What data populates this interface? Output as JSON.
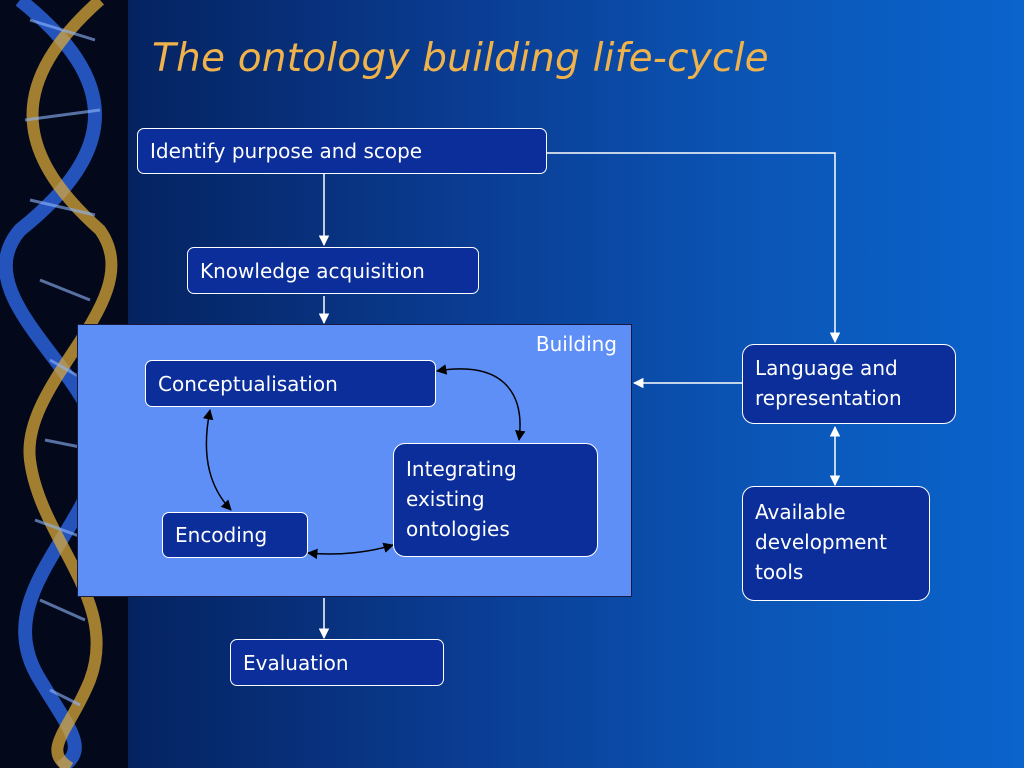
{
  "slide": {
    "title": "The ontology building life-cycle"
  },
  "diagram": {
    "boxes": {
      "identify": "Identify purpose and scope",
      "knowledge": "Knowledge acquisition",
      "conceptualisation": "Conceptualisation",
      "encoding": "Encoding",
      "integrating": [
        "Integrating",
        "existing",
        "ontologies"
      ],
      "evaluation": "Evaluation",
      "language": [
        "Language and",
        "representation"
      ],
      "tools": [
        "Available",
        "development",
        "tools"
      ]
    },
    "group_label": "Building"
  },
  "colors": {
    "background": "#0a4aa8",
    "title": "#f0b24a",
    "box_fill": "#0b2e9a",
    "building_fill": "#5e8ff7",
    "connector": "#ffffff",
    "inner_connector": "#000000"
  }
}
